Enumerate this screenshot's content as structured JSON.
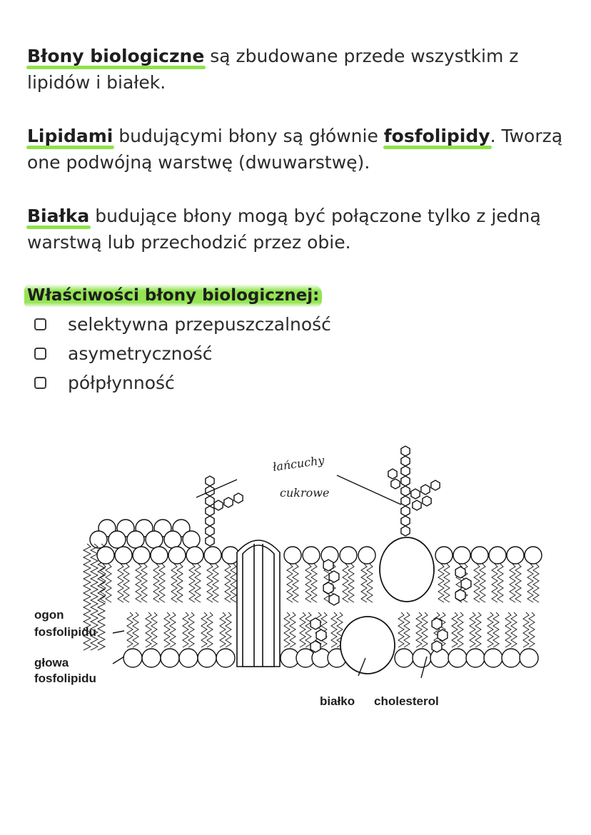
{
  "paragraph1": {
    "highlight": "Błony biologiczne",
    "text": " są zbudowane przede wszystkim z lipidów i białek."
  },
  "paragraph2": {
    "highlight1": "Lipidami",
    "text1": " budującymi błony są głównie ",
    "highlight2": "fosfolipidy",
    "text2": ". Tworzą one podwójną warstwę (dwuwarstwę)."
  },
  "paragraph3": {
    "highlight": "Białka",
    "text": " budujące błony mogą być połączone tylko z jedną warstwą lub przechodzić przez obie."
  },
  "properties": {
    "heading": "Właściwości błony biologicznej:",
    "items": [
      "selektywna przepuszczalność",
      "asymetryczność",
      "półpłynność"
    ]
  },
  "diagram": {
    "label_sugar_line1": "łańcuchy",
    "label_sugar_line2": "cukrowe",
    "label_tail_line1": "ogon",
    "label_tail_line2": "fosfolipidu",
    "label_head_line1": "głowa",
    "label_head_line2": "fosfolipidu",
    "label_protein": "białko",
    "label_cholesterol": "cholesterol"
  }
}
